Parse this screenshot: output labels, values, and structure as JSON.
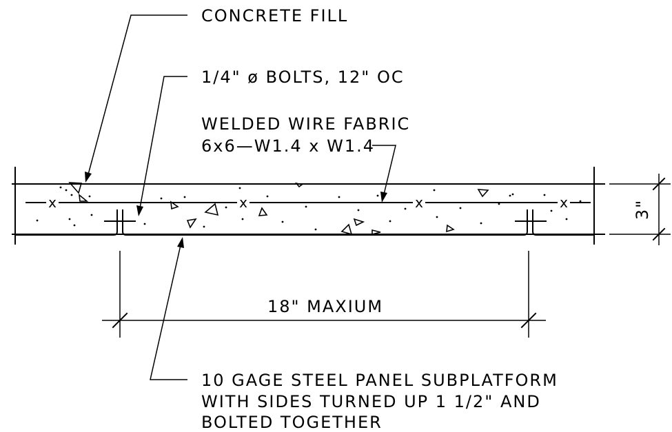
{
  "labels": {
    "concrete_fill": "CONCRETE FILL",
    "bolts": "1/4\" ø BOLTS, 12\" OC",
    "wwf_line1": "WELDED WIRE FABRIC",
    "wwf_line2": "6x6—W1.4 x W1.4",
    "span": "18\" MAXIUM",
    "thickness": "3\"",
    "panel_line1": "10 GAGE STEEL PANEL SUBPLATFORM",
    "panel_line2": "WITH SIDES TURNED UP 1 1/2\" AND",
    "panel_line3": "BOLTED TOGETHER"
  },
  "wire_mark": "x",
  "colors": {
    "ink": "#000000",
    "background": "#ffffff"
  }
}
